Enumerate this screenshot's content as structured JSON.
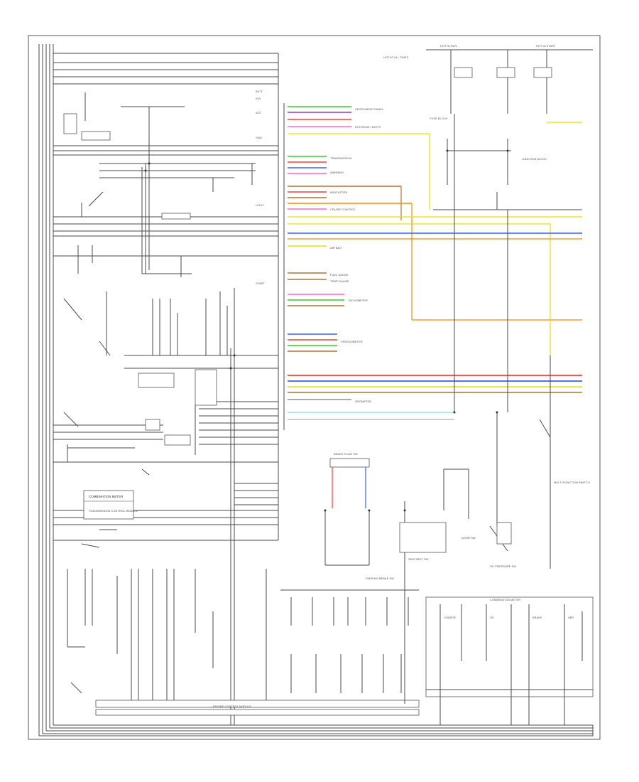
{
  "diagram": {
    "title": "",
    "left_terminal_labels": [
      "BATT",
      "IGN",
      "ACC",
      "GND",
      "LIGHT",
      "START"
    ],
    "center_wire_labels": [
      "INSTRUMENT PANEL",
      "EXTERIOR LIGHTS",
      "TRANSMISSION",
      "WARNING",
      "INDICATORS",
      "CRUISE CONTROL",
      "AIR BAG",
      "FUEL GAUGE",
      "TEMP GAUGE",
      "TACHOMETER",
      "SPEEDOMETER",
      "ODOMETER"
    ],
    "top_right_labels": [
      "HOT AT ALL TIMES",
      "HOT IN RUN",
      "HOT IN START",
      "FUSE BLOCK",
      "JUNCTION BLOCK",
      "MULTI-FUNCTION SWITCH"
    ],
    "bottom_center_labels": [
      "BRAKE FLUID SW",
      "PARKING BRAKE SW",
      "SEAT BELT SW",
      "DOOR SW",
      "OIL PRESSURE SW"
    ],
    "bottom_right_labels": [
      "COMBINATION METER",
      "CHARGE",
      "OIL",
      "BRAKE",
      "ABS"
    ],
    "module_labels": [
      "COMBINATION METER",
      "TRANSMISSION CONTROL MODULE",
      "ENGINE CONTROL MODULE"
    ],
    "footer_left": "",
    "footer_right": "",
    "colors": {
      "line": "#4a4a4a",
      "red": "#ff3b3b",
      "blue": "#3b5bff",
      "green": "#33cc33",
      "yellow": "#e8e000",
      "orange": "#ff8800",
      "violet": "#9933cc",
      "pink": "#ff66cc",
      "light_blue": "#66ccff",
      "brown": "#aa7733",
      "gray": "#999999"
    }
  }
}
